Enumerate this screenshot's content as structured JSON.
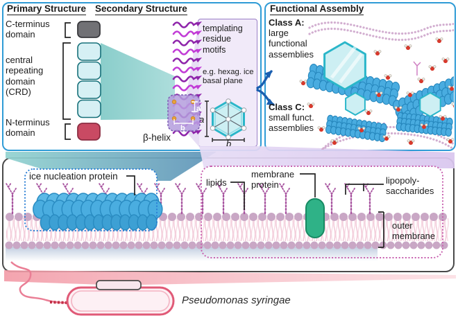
{
  "colors": {
    "panel_border_blue": "#2e9bd6",
    "panel_border_dark": "#4a4a4a",
    "teal_wedge": "#8ed0cd",
    "lavender_wedge": "#e0d2f1",
    "crd_fill": "#d6f0f4",
    "crd_border": "#177079",
    "c_terminus_fill": "#717175",
    "n_terminus_fill": "#c94a63",
    "protein_blue": "#49ace0",
    "membrane_head": "#c9a7c5",
    "lps_magenta": "#a855a0",
    "membrane_protein_green": "#2fb287",
    "ice_fill": "#cdeff3",
    "ice_border": "#2ab6c9",
    "water_red": "#d8392c",
    "arrow_blue": "#1a5fb0",
    "bacterium_pink": "#e05a77",
    "helix_purple": "#8e24aa"
  },
  "primary_structure": {
    "title": "Primary Structure",
    "items": [
      {
        "label": "C-terminus\ndomain"
      },
      {
        "label": "central\nrepeating\ndomain\n(CRD)"
      },
      {
        "label": "N-terminus\ndomain"
      }
    ]
  },
  "secondary_structure": {
    "title": "Secondary Structure",
    "helix_label": "β-helix",
    "dim_a": "a",
    "dim_b": "b"
  },
  "templating_motifs": {
    "heading": "templating\nresidue\nmotifs",
    "example": "e.g. hexag. ice\nbasal plane",
    "dim_a": "a",
    "dim_b": "b"
  },
  "functional_assembly": {
    "title": "Functional Assembly",
    "classes": [
      {
        "name": "Class A:",
        "desc": "large\nfunctional\nassemblies"
      },
      {
        "name": "Class C:",
        "desc": "small funct.\nassemblies"
      }
    ]
  },
  "membrane_view": {
    "ice_nucleation_protein": "ice nucleation protein",
    "lipids": "lipids",
    "membrane_protein": "membrane\nprotein",
    "lipopolysaccharides": "lipopoly-\nsaccharides",
    "outer_membrane": "outer\nmembrane"
  },
  "organism": {
    "name": "Pseudomonas syringae"
  }
}
